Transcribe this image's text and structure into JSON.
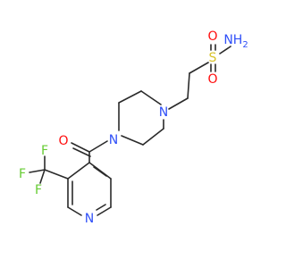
{
  "colors": {
    "bond": "#2a2a2a",
    "oxygen": "#ff0d0d",
    "nitrogen": "#3050f8",
    "sulfur": "#d9c32b",
    "fluorine": "#66cc33"
  },
  "atoms": {
    "o_carbonyl": "O",
    "n_pip_left": "N",
    "n_pip_right": "N",
    "n_pyridine": "N",
    "s_sulfonyl": "S",
    "o_sulfonyl_top": "O",
    "o_sulfonyl_bottom": "O",
    "nh2": {
      "main": "NH",
      "sub": "2"
    },
    "f_top": "F",
    "f_left": "F",
    "f_bottom": "F"
  }
}
